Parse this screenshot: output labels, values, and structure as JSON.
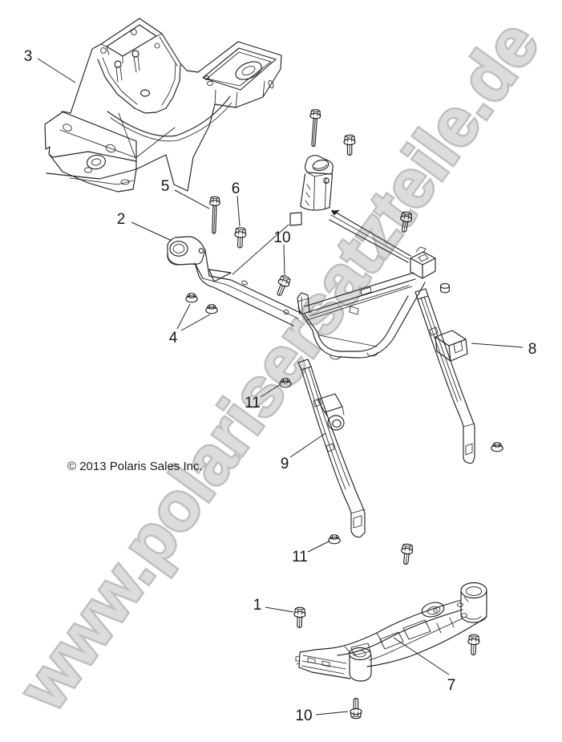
{
  "page": {
    "kind": "exploded-parts-diagram",
    "background": "#ffffff"
  },
  "watermark": {
    "text": "www.polarisersatzteile.de",
    "fill": "#dcdcdc",
    "outline": "#bfbfbf"
  },
  "copyright": {
    "text": "© 2013 Polaris Sales Inc."
  },
  "diagram": {
    "line_color": "#222222",
    "callouts": [
      {
        "label": "3"
      },
      {
        "label": "5"
      },
      {
        "label": "6"
      },
      {
        "label": "2"
      },
      {
        "label": "10"
      },
      {
        "label": "4"
      },
      {
        "label": "8"
      },
      {
        "label": "11"
      },
      {
        "label": "9"
      },
      {
        "label": "11"
      },
      {
        "label": "1"
      },
      {
        "label": "7"
      },
      {
        "label": "10"
      }
    ]
  }
}
